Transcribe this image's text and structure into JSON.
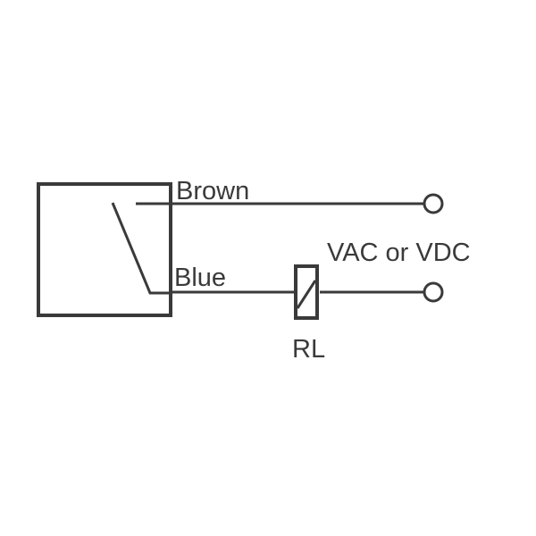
{
  "labels": {
    "brown": "Brown",
    "blue": "Blue",
    "supply": "VAC or VDC",
    "relay": "RL"
  },
  "colors": {
    "line": "#3a3a3a",
    "background": "#ffffff"
  }
}
